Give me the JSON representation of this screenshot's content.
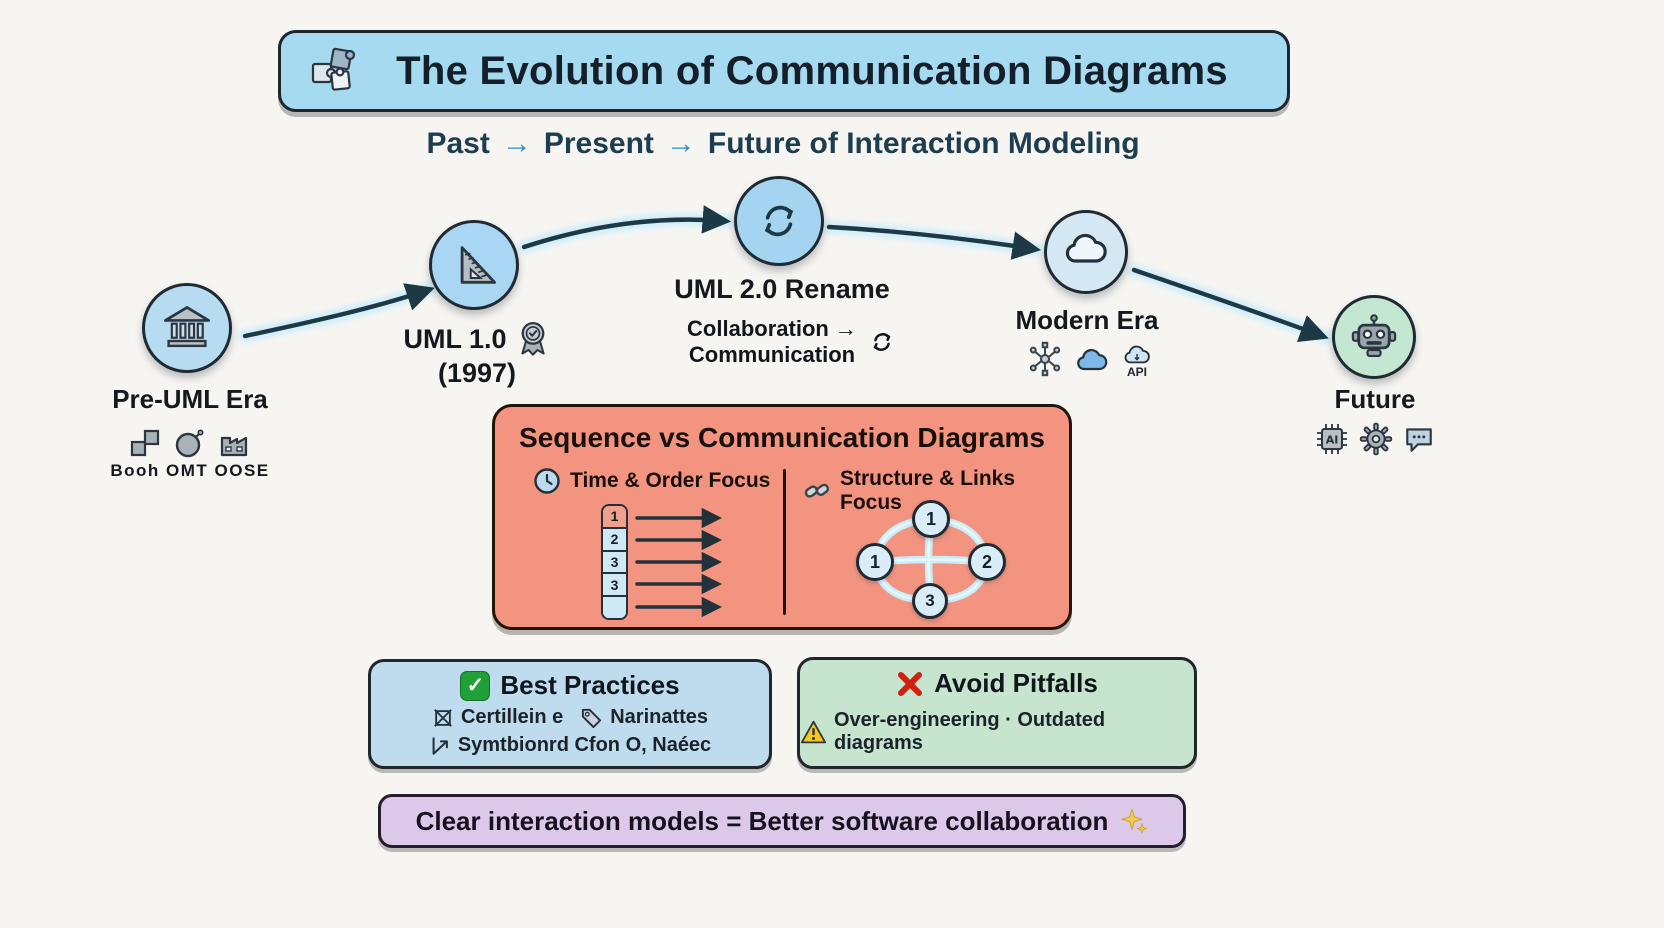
{
  "header": {
    "title": "The Evolution of Communication Diagrams",
    "subtitle": {
      "past": "Past",
      "arrow": "→",
      "present": "Present",
      "future": "Future of Interaction Modeling"
    }
  },
  "timeline": {
    "nodes": [
      {
        "id": "pre-uml",
        "label": "Pre-UML Era",
        "icon": "bank-icon",
        "sub_label": "Booh OMT OOSE"
      },
      {
        "id": "uml-1-0",
        "label": "UML 1.0",
        "sublabel": "(1997)",
        "icon": "set-square-icon",
        "badge": "medal-icon"
      },
      {
        "id": "uml-2-0",
        "label": "UML 2.0 Rename",
        "icon": "sync-icon",
        "note_line1": "Collaboration →",
        "note_line2": "Communication"
      },
      {
        "id": "modern",
        "label": "Modern Era",
        "icon": "cloud-icon",
        "api_label": "API"
      },
      {
        "id": "future",
        "label": "Future",
        "icon": "robot-icon",
        "chip_label": "AI"
      }
    ]
  },
  "comparison": {
    "title": "Sequence vs Communication Diagrams",
    "left": {
      "heading": "Time & Order Focus",
      "icon": "clock-icon",
      "sequence_numbers": [
        "1",
        "2",
        "3",
        "3"
      ]
    },
    "right": {
      "heading": "Structure & Links Focus",
      "icon": "link-icon",
      "nodes": [
        "1",
        "1",
        "2",
        "3"
      ]
    }
  },
  "best_practices": {
    "title": "Best Practices",
    "check": "✓",
    "item1": "Certillein e",
    "item2": "Narinattes",
    "item3": "Symtbionrd Cfon O, Naéec"
  },
  "pitfalls": {
    "title": "Avoid Pitfalls",
    "line": "Over-engineering · Outdated diagrams"
  },
  "footer": {
    "text": "Clear interaction models = Better software collaboration"
  },
  "colors": {
    "background": "#f7f5f2",
    "banner_blue": "#a6daf0",
    "node_blue": "#aed8f0",
    "future_green": "#c4e7d2",
    "comparison_salmon": "#f29480",
    "practices_blue": "#bedcee",
    "pitfalls_green": "#c6e4ce",
    "footer_purple": "#dcc9ea",
    "arrow_dark": "#1d3946",
    "glow_blue": "#c7ecfa",
    "check_green": "#21a038",
    "x_red": "#d11f10",
    "warning_yellow": "#f7c71f"
  }
}
